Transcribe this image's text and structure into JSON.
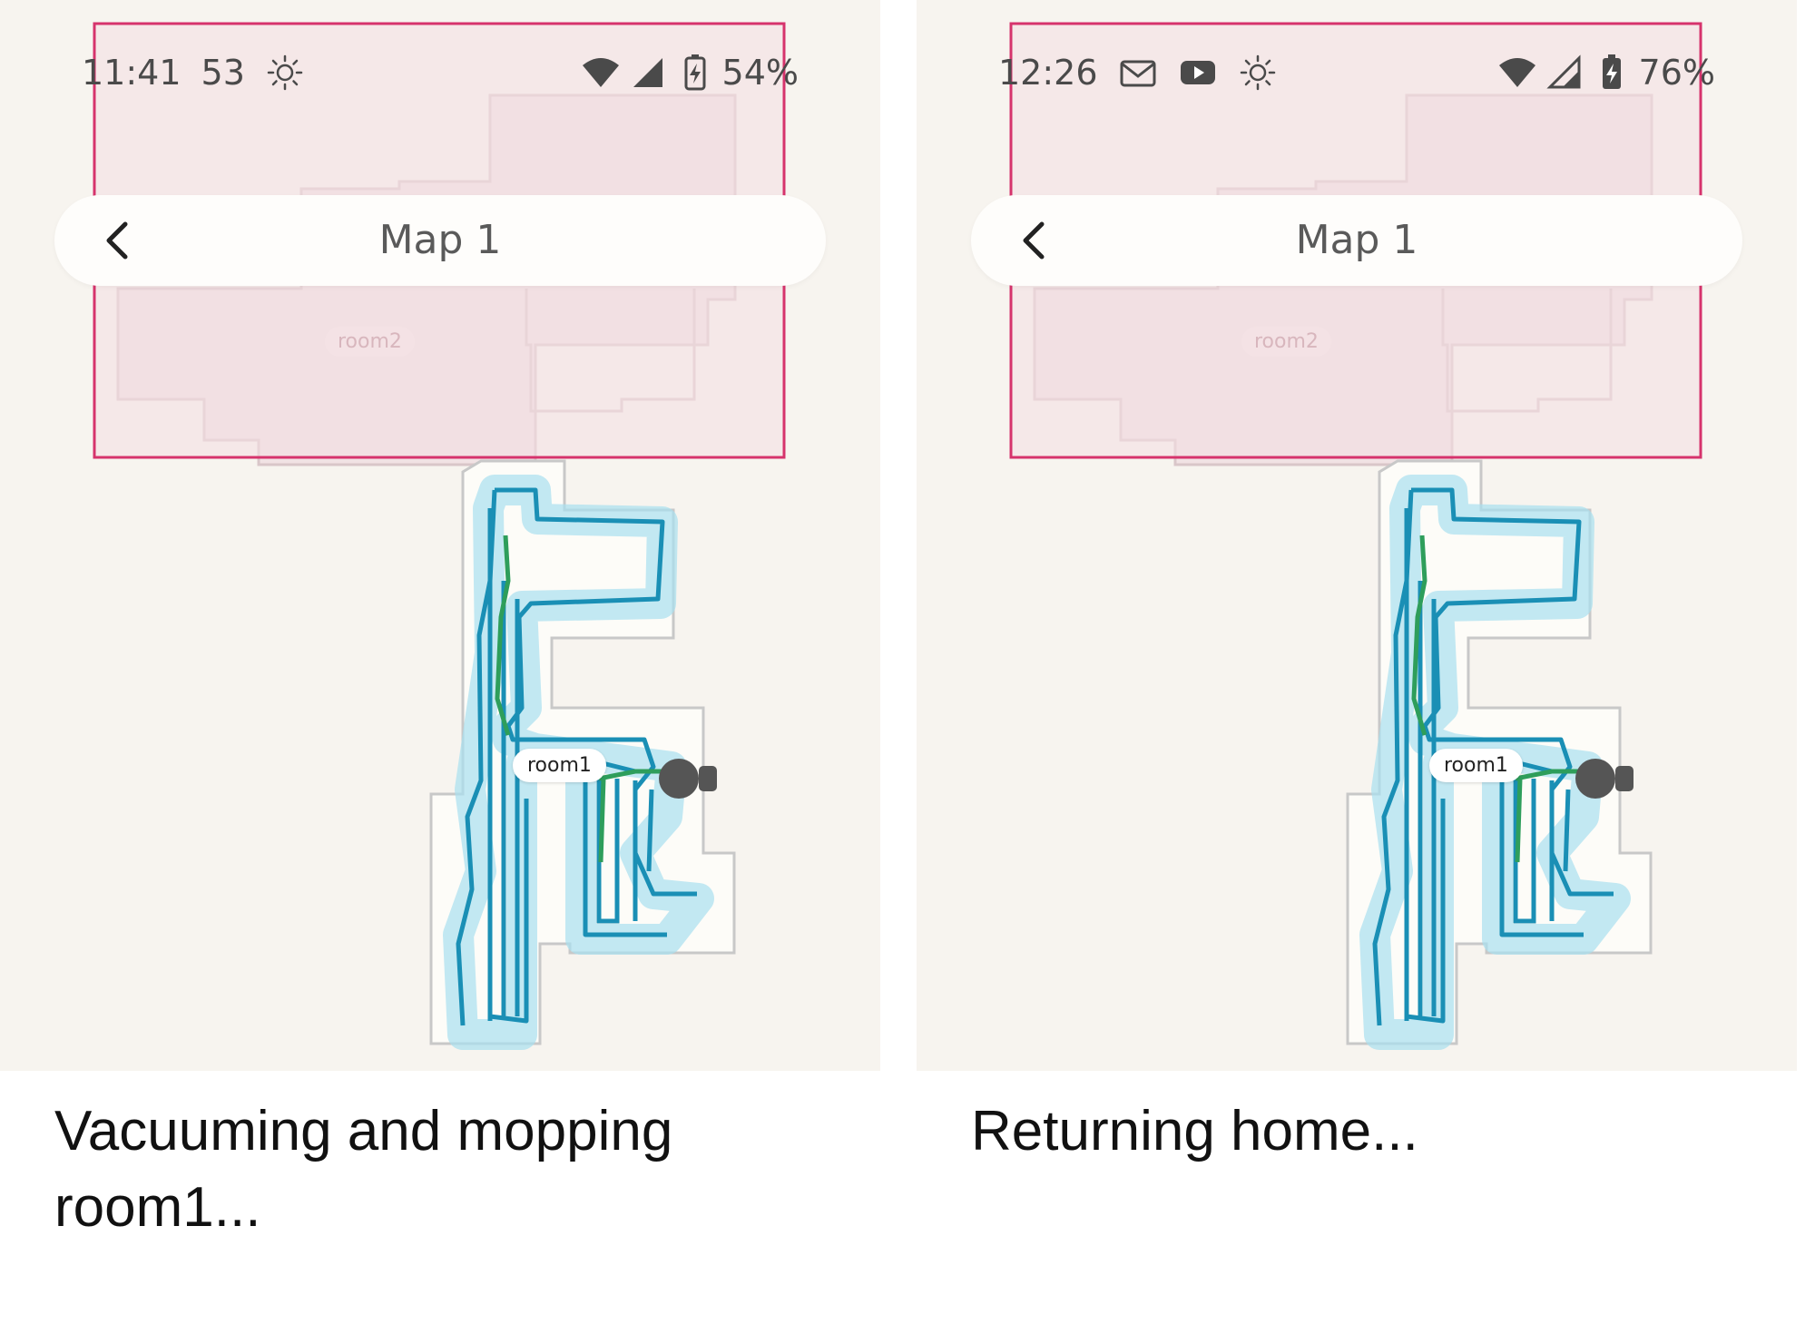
{
  "panels": [
    {
      "status_bar": {
        "time": "11:41",
        "extra": "53",
        "battery": "54%"
      },
      "header": {
        "title": "Map 1"
      },
      "map": {
        "room_upper": "room2",
        "room_lower": "room1"
      },
      "status_message": "Vacuuming and mopping room1..."
    },
    {
      "status_bar": {
        "time": "12:26",
        "battery": "76%"
      },
      "header": {
        "title": "Map 1"
      },
      "map": {
        "room_upper": "room2",
        "room_lower": "room1"
      },
      "status_message": "Returning home..."
    }
  ],
  "icons": {
    "brightness": "sun-icon",
    "wifi": "wifi-icon",
    "signal": "cell-signal-icon",
    "battery": "battery-charging-icon",
    "gmail": "gmail-icon",
    "youtube": "youtube-icon",
    "back": "chevron-left-icon"
  },
  "colors": {
    "map_background": "#f7f4ef",
    "restricted_zone_fill": "#f3e0e3",
    "restricted_zone_border": "#d6336c",
    "floor_fill": "#fdfcf8",
    "floor_border": "#c8c8c8",
    "clean_path": "#1a8fb5",
    "clean_glow": "#a8dff0",
    "robot_path": "#2e9e5b",
    "robot": "#555555"
  }
}
